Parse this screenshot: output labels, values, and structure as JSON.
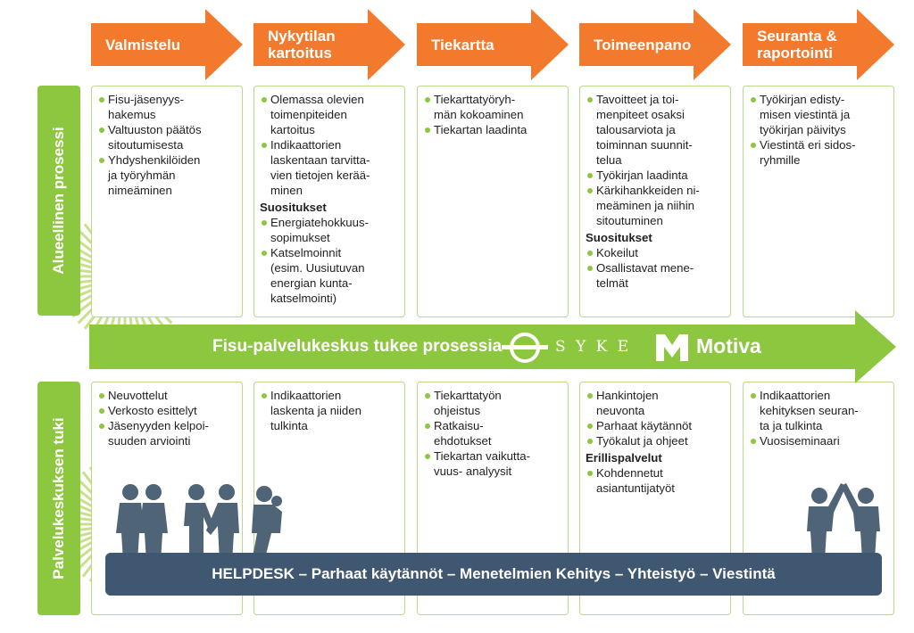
{
  "colors": {
    "orange": "#f37a2c",
    "green": "#8dc63f",
    "light_green": "#b8d98a",
    "navy": "#3f5770",
    "people": "#4f6477"
  },
  "phases": [
    {
      "label": "Valmistelu"
    },
    {
      "label": "Nykytilan\nkartoitus"
    },
    {
      "label": "Tiekartta"
    },
    {
      "label": "Toimeenpano"
    },
    {
      "label": "Seuranta &\nraportointi"
    }
  ],
  "side_labels": {
    "top": "Alueellinen prosessi",
    "bottom": "Palvelukeskuksen tuki"
  },
  "top_boxes": [
    {
      "items": [
        "Fisu-jäsenyys-\nhakemus",
        "Valtuuston päätös\nsitoutumisesta",
        "Yhdyshenkilöiden\nja työryhmän\nnimeäminen"
      ]
    },
    {
      "items": [
        "Olemassa olevien\ntoimenpiteiden\nkartoitus",
        "Indikaattorien\nlaskentaan tarvitta-\nvien tietojen kerää-\nminen"
      ],
      "sub_heading": "Suositukset",
      "sub_items": [
        "Energiatehokkuus-\nsopimukset",
        "Katselmoinnit\n(esim. Uusiutuvan\nenergian kunta-\nkatselmointi)"
      ]
    },
    {
      "items": [
        "Tiekarttatyöryh-\nmän kokoaminen",
        "Tiekartan laadinta"
      ]
    },
    {
      "items": [
        "Tavoitteet ja toi-\nmenpiteet osaksi\ntalousarviota ja\ntoiminnan suunnit-\ntelua",
        "Työkirjan laadinta",
        "Kärkihankkeiden ni-\nmeäminen ja niihin\nsitoutuminen"
      ],
      "sub_heading": "Suositukset",
      "sub_items": [
        "Kokeilut",
        "Osallistavat mene-\ntelmät"
      ]
    },
    {
      "items": [
        "Työkirjan edisty-\nmisen viestintä ja\ntyökirjan päivitys",
        "Viestintä eri sidos-\nryhmille"
      ]
    }
  ],
  "support_arrow": {
    "label": "Fisu-palvelukeskus tukee prosessia",
    "logo1": "S Y K E",
    "logo2": "Motiva"
  },
  "bottom_boxes": [
    {
      "items": [
        "Neuvottelut",
        "Verkosto esittelyt",
        "Jäsenyyden kelpoi-\nsuuden arviointi"
      ]
    },
    {
      "items": [
        "Indikaattorien\nlaskenta ja niiden\ntulkinta"
      ]
    },
    {
      "items": [
        "Tiekarttatyön\nohjeistus",
        "Ratkaisu-\nehdotukset",
        "Tiekartan vaikutta-\nvuus- analyysit"
      ]
    },
    {
      "items": [
        "Hankintojen\nneuvonta",
        "Parhaat käytännöt",
        "Työkalut ja ohjeet"
      ],
      "sub_heading": "Erillispalvelut",
      "sub_items": [
        "Kohdennetut\nasiantuntijatyöt"
      ]
    },
    {
      "items": [
        "Indikaattorien\nkehityksen seuran-\nta ja tulkinta",
        "Vuosiseminaari"
      ]
    }
  ],
  "helpdesk": {
    "label": "HELPDESK – Parhaat käytännöt –  Menetelmien Kehitys – Yhteistyö – Viestintä"
  }
}
